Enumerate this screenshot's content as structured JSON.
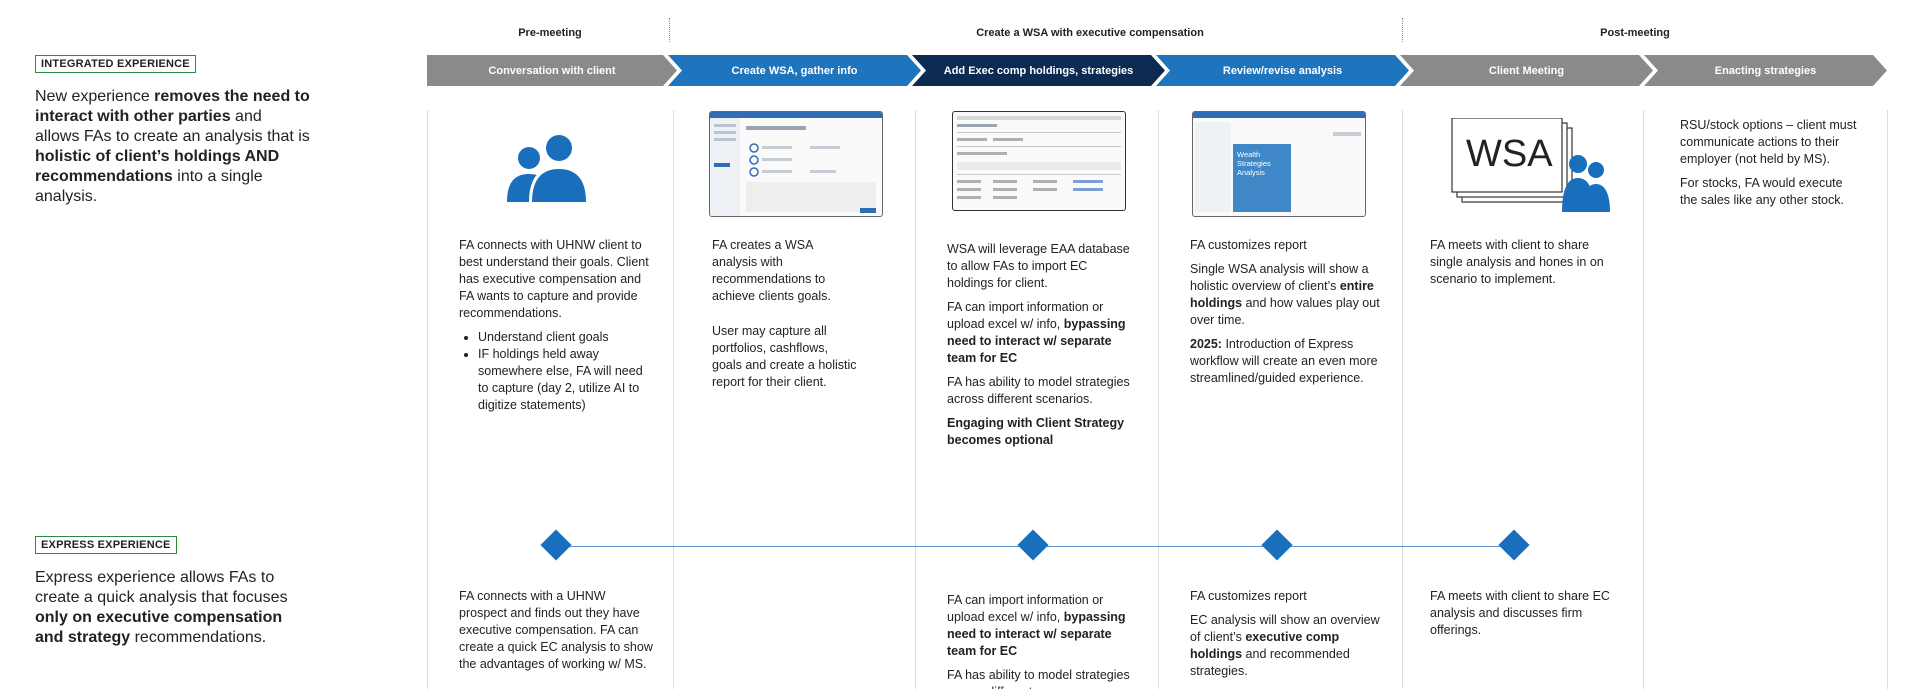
{
  "phases": [
    {
      "label": "Pre-meeting"
    },
    {
      "label": "Create a WSA with executive compensation"
    },
    {
      "label": "Post-meeting"
    }
  ],
  "steps": [
    {
      "label": "Conversation with client",
      "color": "#8a8a8a"
    },
    {
      "label": "Create WSA, gather info",
      "color": "#1e74bd"
    },
    {
      "label": "Add Exec comp holdings, strategies",
      "color": "#0b2b52"
    },
    {
      "label": "Review/revise analysis",
      "color": "#1e74bd"
    },
    {
      "label": "Client Meeting",
      "color": "#8a8a8a"
    },
    {
      "label": "Enacting strategies",
      "color": "#8a8a8a"
    }
  ],
  "integrated": {
    "tag": "INTEGRATED EXPERIENCE",
    "desc": {
      "t1": "New experience ",
      "b1": "removes the need to interact with other parties",
      "t2": " and allows FAs to create an analysis that is ",
      "b2": "holistic of client’s holdings AND recommendations",
      "t3": " into a single analysis."
    },
    "col1": {
      "p1": "FA connects with UHNW client to best understand their goals. Client has executive compensation and FA wants to capture and provide recommendations.",
      "bullets": [
        "Understand client goals",
        "IF holdings held away somewhere else, FA will need to capture (day 2, utilize AI to digitize statements)"
      ]
    },
    "col2": {
      "p1": "FA creates a WSA analysis with recommendations to achieve clients goals.",
      "p2": "User may capture all portfolios, cashflows, goals and create a holistic report for their client."
    },
    "col3": {
      "p1": "WSA will leverage EAA database to allow FAs to import EC holdings for client.",
      "p2a": "FA can import information or upload excel w/ info, ",
      "p2b": "bypassing need to interact w/ separate team for EC",
      "p3": "FA has ability to model strategies across different scenarios.",
      "p4": "Engaging with Client Strategy becomes optional"
    },
    "col4": {
      "p1": "FA customizes report",
      "p2a": "Single WSA analysis will show a holistic overview of client’s ",
      "p2b": "entire holdings",
      "p2c": " and how values play out over time.",
      "p3a": "2025:",
      "p3b": " Introduction of Express workflow will create an even more streamlined/guided experience."
    },
    "col5": {
      "p1": "FA meets with client to share single analysis and hones in on scenario to implement.",
      "wsa_label": "WSA"
    },
    "col6": {
      "p1": "RSU/stock options – client must communicate actions to their employer (not held by MS).",
      "p2": "For stocks, FA would execute the sales like any other stock."
    }
  },
  "thumbnails": {
    "report_title": "Wealth Strategies Analysis"
  },
  "express": {
    "tag": "EXPRESS  EXPERIENCE",
    "desc": {
      "t1": "Express experience allows FAs to create a quick analysis that focuses ",
      "b1": "only on executive compensation and strategy",
      "t2": " recommendations."
    },
    "col1": {
      "p1": "FA connects with a UHNW prospect and finds out they have executive compensation. FA can create a quick EC analysis to show the advantages of working w/ MS."
    },
    "col3": {
      "p1a": " FA can import information or upload excel w/ info, ",
      "p1b": "bypassing need to interact w/ separate team for EC",
      "p2": "FA has ability to model strategies across different"
    },
    "col4": {
      "p1": "FA customizes report",
      "p2a": "EC analysis will show an overview of client’s ",
      "p2b": "executive comp holdings",
      "p2c": " and recommended strategies."
    },
    "col5": {
      "p1": "FA meets with client to share EC analysis and discusses firm offerings."
    }
  },
  "colors": {
    "accent_blue": "#1a6fbd",
    "navy": "#0b2b52",
    "gray": "#8a8a8a",
    "tag_border": "#2e8b3d"
  }
}
